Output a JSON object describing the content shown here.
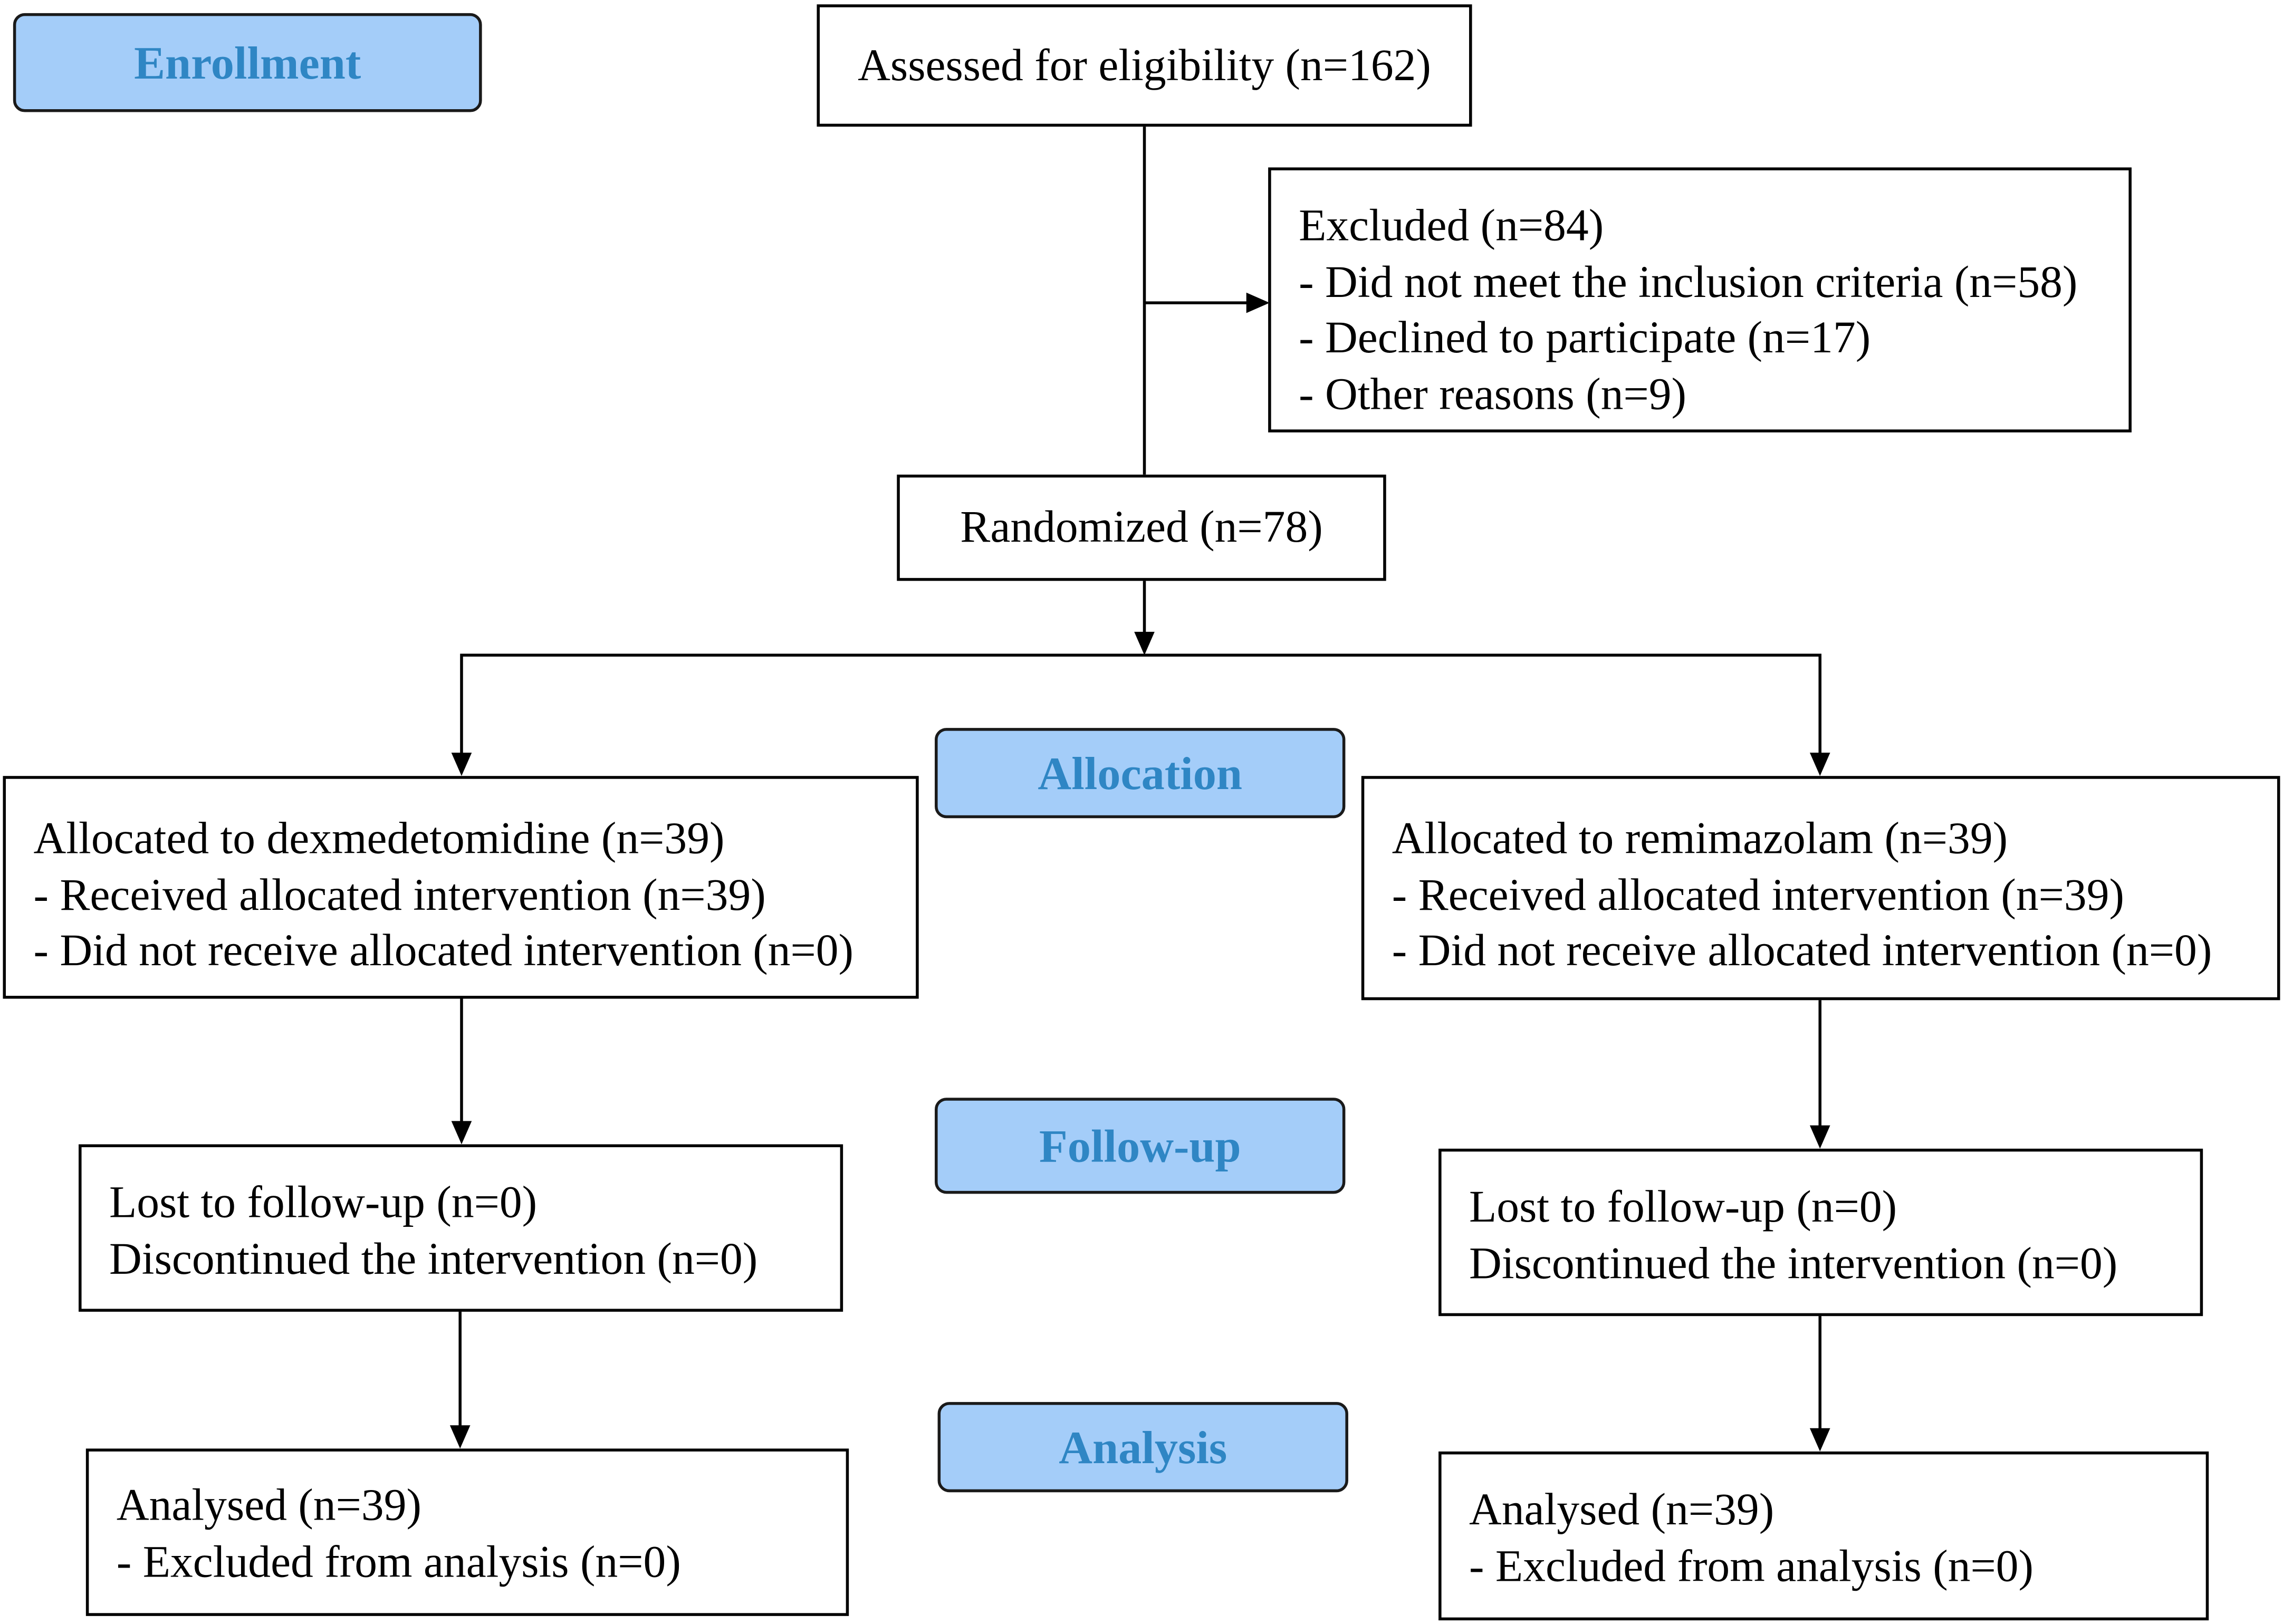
{
  "stages": {
    "enrollment": "Enrollment",
    "allocation": "Allocation",
    "follow_up": "Follow-up",
    "analysis": "Analysis"
  },
  "assessed": "Assessed for eligibility (n=162)",
  "excluded": {
    "title": "Excluded (n=84)",
    "reasons": [
      "- Did not meet the inclusion criteria (n=58)",
      "- Declined to participate (n=17)",
      "- Other reasons (n=9)"
    ]
  },
  "randomized": "Randomized (n=78)",
  "arms": [
    {
      "allocation": [
        "Allocated to dexmedetomidine (n=39)",
        "- Received allocated intervention (n=39)",
        "- Did not receive allocated intervention (n=0)"
      ],
      "follow_up": [
        "Lost to follow-up (n=0)",
        "Discontinued the intervention (n=0)"
      ],
      "analysis": [
        "Analysed (n=39)",
        "- Excluded from analysis (n=0)"
      ]
    },
    {
      "allocation": [
        "Allocated to remimazolam (n=39)",
        "- Received allocated intervention (n=39)",
        "- Did not receive allocated intervention (n=0)"
      ],
      "follow_up": [
        "Lost to follow-up (n=0)",
        "Discontinued the intervention (n=0)"
      ],
      "analysis": [
        "Analysed (n=39)",
        "- Excluded from analysis (n=0)"
      ]
    }
  ],
  "colors": {
    "stage_fill": "#a4cdf9",
    "stage_text": "#2f86c4",
    "line": "#000000"
  }
}
